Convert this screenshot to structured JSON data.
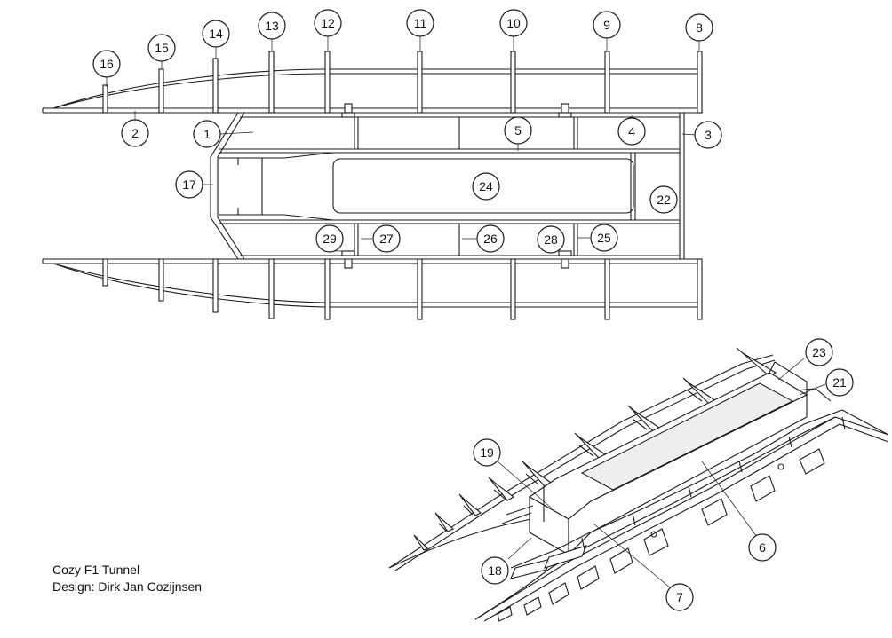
{
  "caption": {
    "line1": "Cozy F1 Tunnel",
    "line2": "Design: Dirk Jan Cozijnsen"
  },
  "callouts": [
    "1",
    "2",
    "3",
    "4",
    "5",
    "6",
    "7",
    "8",
    "9",
    "10",
    "11",
    "12",
    "13",
    "14",
    "15",
    "16",
    "17",
    "18",
    "19",
    "21",
    "22",
    "23",
    "24",
    "25",
    "26",
    "27",
    "28",
    "29"
  ],
  "colors": {
    "line": "#1a1a1a",
    "background": "#ffffff"
  }
}
